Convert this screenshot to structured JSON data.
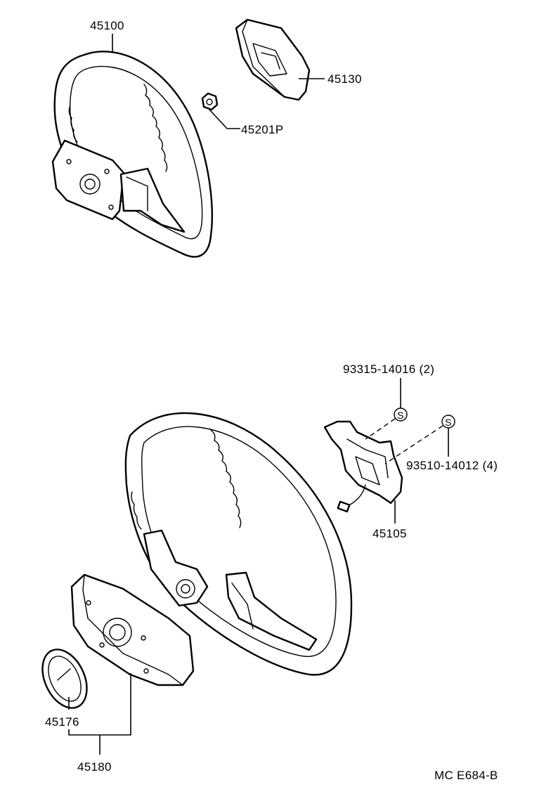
{
  "labels": {
    "wheel_top": "45100",
    "pad": "45130",
    "nut": "45201P",
    "screw_a": "93315-14016 (2)",
    "screw_b": "93510-14012 (4)",
    "bracket": "45105",
    "ring": "45176",
    "hub_assembly": "45180",
    "drawing_code": "MC E684-B"
  },
  "symbols": {
    "screw_marker": "S"
  }
}
